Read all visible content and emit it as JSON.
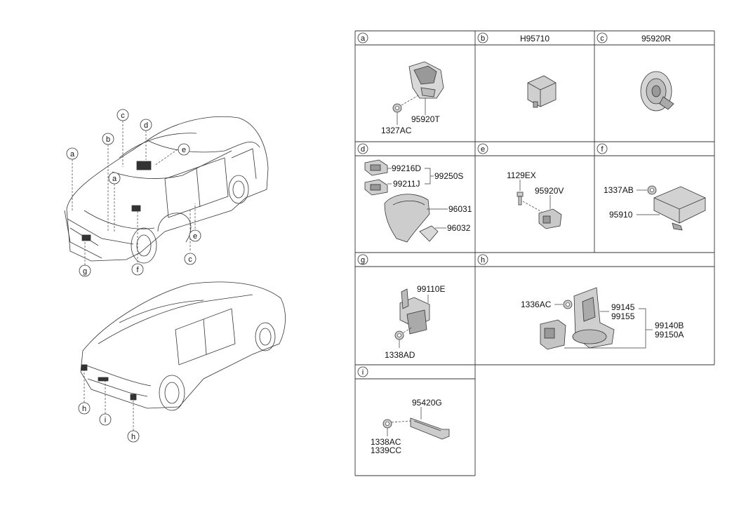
{
  "overview": {
    "front_callouts": [
      "c",
      "d",
      "b",
      "e",
      "a",
      "a",
      "e",
      "c",
      "g",
      "f"
    ],
    "rear_callouts": [
      "h",
      "i",
      "h"
    ]
  },
  "panels": [
    {
      "letter": "a",
      "header": "",
      "parts": [
        "95920T",
        "1327AC"
      ]
    },
    {
      "letter": "b",
      "header": "H95710",
      "parts": []
    },
    {
      "letter": "c",
      "header": "95920R",
      "parts": []
    },
    {
      "letter": "d",
      "header": "",
      "parts": [
        "99216D",
        "99250S",
        "99211J",
        "96031",
        "96032"
      ]
    },
    {
      "letter": "e",
      "header": "",
      "parts": [
        "1129EX",
        "95920V"
      ]
    },
    {
      "letter": "f",
      "header": "",
      "parts": [
        "1337AB",
        "95910"
      ]
    },
    {
      "letter": "g",
      "header": "",
      "parts": [
        "99110E",
        "1338AD"
      ]
    },
    {
      "letter": "h",
      "header": "",
      "parts": [
        "1336AC",
        "99145",
        "99155",
        "99140B",
        "99150A"
      ]
    },
    {
      "letter": "i",
      "header": "",
      "parts": [
        "95420G",
        "1338AC",
        "1339CC"
      ]
    }
  ]
}
